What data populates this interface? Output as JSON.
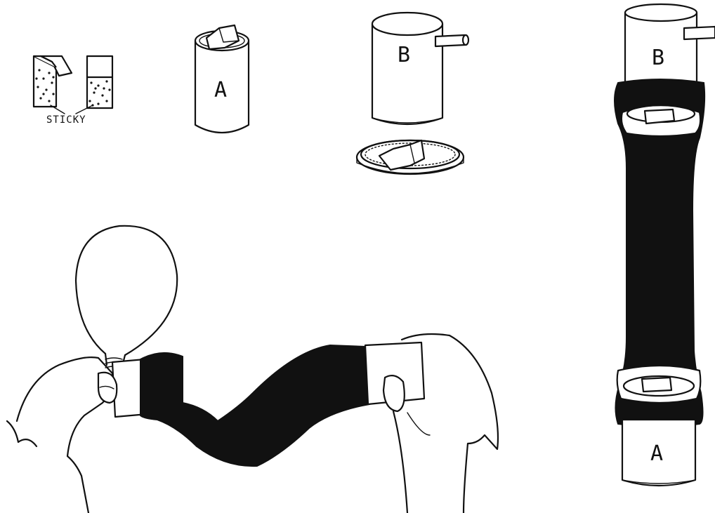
{
  "labels": {
    "sticky": "STICKY",
    "can_a_top": "A",
    "can_b_top": "B",
    "assembled_top": "B",
    "assembled_bottom": "A"
  },
  "colors": {
    "ink": "#111111",
    "paper": "#ffffff"
  }
}
